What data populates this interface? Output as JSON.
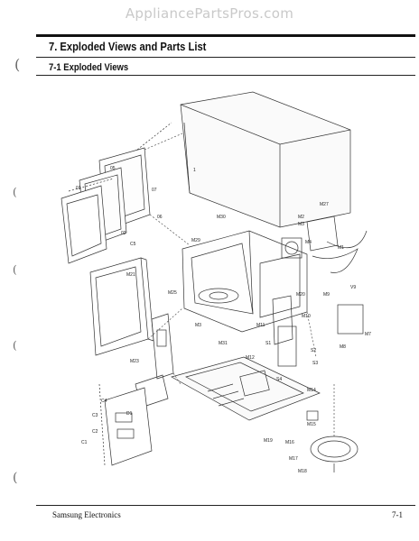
{
  "watermark": "AppliancePartsPros.com",
  "header": {
    "title": "7. Exploded Views and Parts List",
    "subtitle": "7-1 Exploded Views"
  },
  "diagram": {
    "part_labels": [
      "1",
      "05",
      "07",
      "06",
      "01",
      "02",
      "C5",
      "M29",
      "M27",
      "M2",
      "M3",
      "M4",
      "M1",
      "M30",
      "M21",
      "M25",
      "M20",
      "M9",
      "V9",
      "M10",
      "M3",
      "M11",
      "M31",
      "M7",
      "M8",
      "M12",
      "S1",
      "S2",
      "S3",
      "S4",
      "M14",
      "M19",
      "M15",
      "M16",
      "M17",
      "M18",
      "M23",
      "C4",
      "C3",
      "C2",
      "C1",
      "D1"
    ]
  },
  "footer": {
    "left": "Samsung Electronics",
    "right": "7-1"
  }
}
